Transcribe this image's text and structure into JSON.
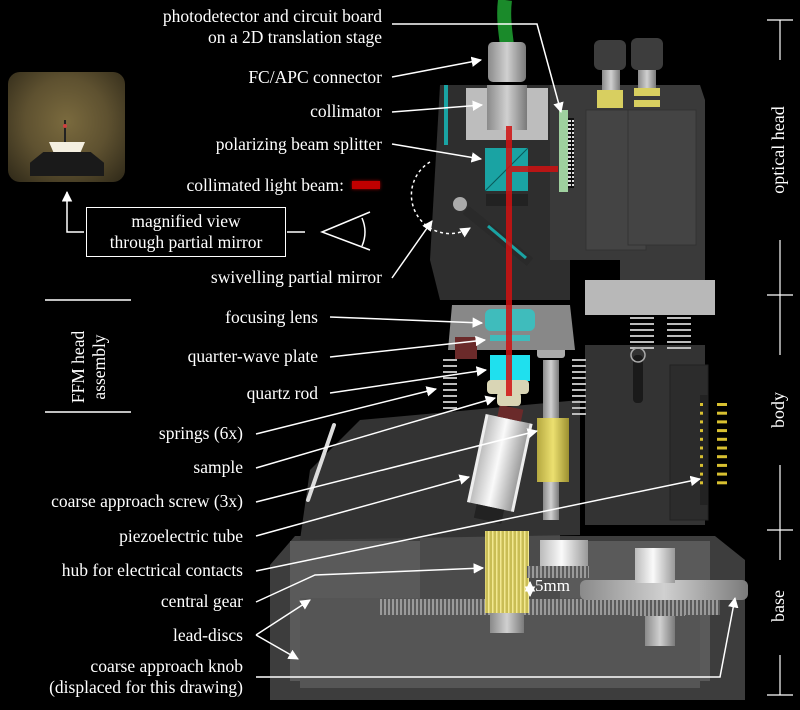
{
  "figure": {
    "title": "FFM head assembly cross-section",
    "section_labels": {
      "optical_head": "optical head",
      "body": "body",
      "base": "base"
    },
    "assembly_label": "FFM head assembly",
    "assembly_label_lines": [
      "FFM head",
      "assembly"
    ],
    "magnified_view_box": [
      "magnified view",
      "through partial mirror"
    ],
    "scale_label": "5mm",
    "beam_legend_label": "collimated light beam:",
    "colors": {
      "background": "#000000",
      "label_text": "#ffffff",
      "light_beam": "#c00000",
      "optics": "#1aa3a3",
      "fiber": "#1a8a2a",
      "gear_gold": "#d8cc66",
      "housing": "#3a3a3a",
      "base": "#5a5a5a"
    }
  },
  "labels": [
    {
      "id": "photodetector",
      "text": "photodetector and circuit board",
      "text2": "on a 2D translation stage"
    },
    {
      "id": "fc-apc-connector",
      "text": "FC/APC connector"
    },
    {
      "id": "collimator",
      "text": "collimator"
    },
    {
      "id": "polarizing-beam-splitter",
      "text": "polarizing beam splitter"
    },
    {
      "id": "swivelling-partial-mirror",
      "text": "swivelling partial mirror"
    },
    {
      "id": "focusing-lens",
      "text": "focusing lens"
    },
    {
      "id": "quarter-wave-plate",
      "text": "quarter-wave plate"
    },
    {
      "id": "quartz-rod",
      "text": "quartz rod"
    },
    {
      "id": "springs",
      "text": "springs (6x)"
    },
    {
      "id": "sample",
      "text": "sample"
    },
    {
      "id": "coarse-approach-screw",
      "text": "coarse approach screw (3x)"
    },
    {
      "id": "piezoelectric-tube",
      "text": "piezoelectric tube"
    },
    {
      "id": "hub-electrical-contacts",
      "text": "hub for electrical contacts"
    },
    {
      "id": "central-gear",
      "text": "central gear"
    },
    {
      "id": "lead-discs",
      "text": "lead-discs"
    },
    {
      "id": "coarse-approach-knob",
      "text": "coarse approach knob",
      "text2": "(displaced for this drawing)"
    }
  ]
}
